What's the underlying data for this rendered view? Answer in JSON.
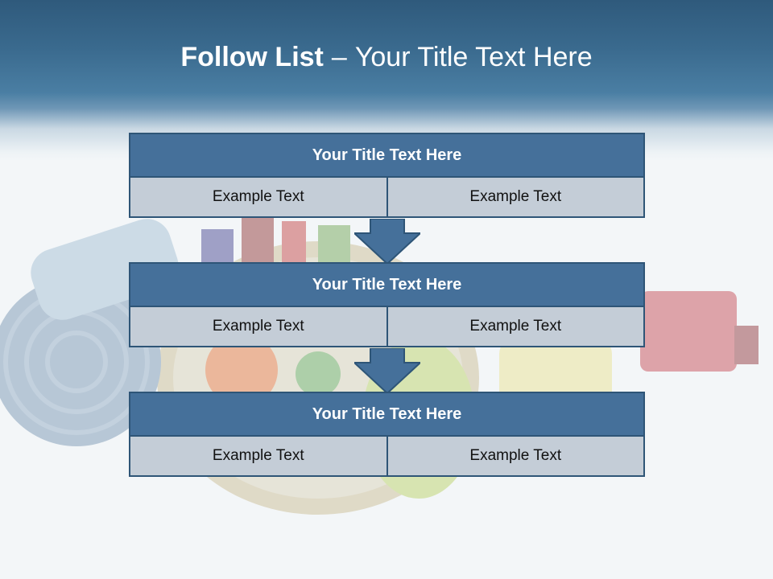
{
  "slide": {
    "title_bold": "Follow List",
    "title_dash": "–",
    "title_rest": "Your Title Text Here"
  },
  "steps": [
    {
      "title": "Your Title Text Here",
      "left": "Example Text",
      "right": "Example Text"
    },
    {
      "title": "Your Title Text Here",
      "left": "Example Text",
      "right": "Example Text"
    },
    {
      "title": "Your Title Text Here",
      "left": "Example Text",
      "right": "Example Text"
    }
  ],
  "colors": {
    "header_fill": "#45709a",
    "cell_fill": "#c4cdd7",
    "border": "#2e5577",
    "arrow_fill": "#45709a"
  },
  "background_image": "sewing-supplies-illustration"
}
